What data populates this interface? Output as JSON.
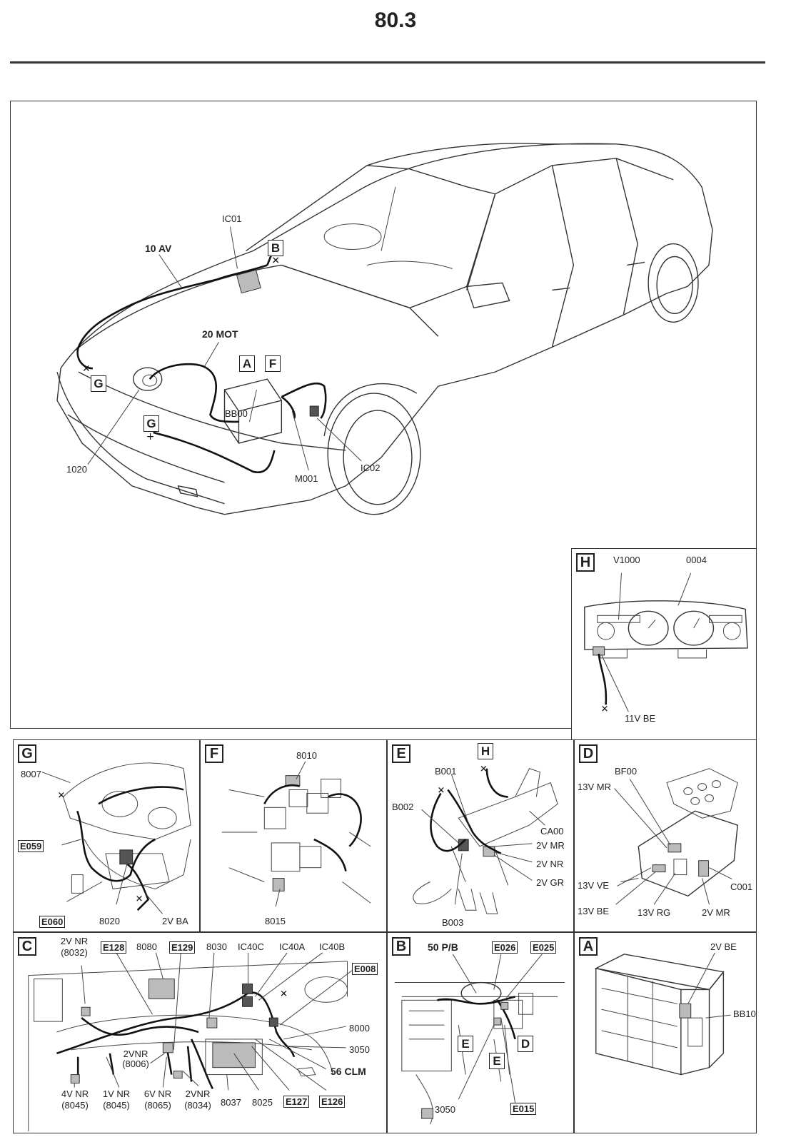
{
  "page_number": "80.3",
  "main_view": {
    "harness_labels": [
      "10 AV",
      "20 MOT"
    ],
    "labels": [
      "IC01",
      "BB00",
      "1020",
      "M001",
      "IC02"
    ],
    "location_boxes": [
      "B",
      "A",
      "F",
      "G",
      "G"
    ]
  },
  "panels": {
    "H": {
      "letter": "H",
      "labels": [
        "V1000",
        "0004",
        "11V BE"
      ]
    },
    "G": {
      "letter": "G",
      "labels": [
        "8007",
        "8020",
        "2V BA"
      ],
      "boxed": [
        "E059",
        "E060"
      ]
    },
    "F": {
      "letter": "F",
      "labels": [
        "8010",
        "8015"
      ]
    },
    "E": {
      "letter": "E",
      "labels": [
        "B001",
        "B002",
        "CA00",
        "2V MR",
        "2V NR",
        "2V GR",
        "B003"
      ],
      "boxed": [
        "H"
      ]
    },
    "D": {
      "letter": "D",
      "labels": [
        "BF00",
        "13V MR",
        "13V VE",
        "13V BE",
        "13V RG",
        "2V MR",
        "C001"
      ]
    },
    "C": {
      "letter": "C",
      "top_labels": [
        "2V NR",
        "(8032)",
        "8080",
        "8030",
        "IC40C",
        "IC40A",
        "IC40B"
      ],
      "boxed": [
        "E128",
        "E129",
        "E008",
        "E127",
        "E126"
      ],
      "right_labels": [
        "8000",
        "3050"
      ],
      "harness": "56 CLM",
      "bottom_labels": [
        "2VNR",
        "(8006)",
        "4V NR",
        "(8045)",
        "1V NR",
        "(8045)",
        "6V NR",
        "(8065)",
        "2VNR",
        "(8034)",
        "8037",
        "8025"
      ]
    },
    "B": {
      "letter": "B",
      "harness": "50 P/B",
      "boxed": [
        "E026",
        "E025",
        "E015"
      ],
      "markers": [
        "E",
        "D",
        "E"
      ],
      "labels": [
        "3050"
      ]
    },
    "A": {
      "letter": "A",
      "labels": [
        "2V BE",
        "BB10"
      ]
    }
  }
}
